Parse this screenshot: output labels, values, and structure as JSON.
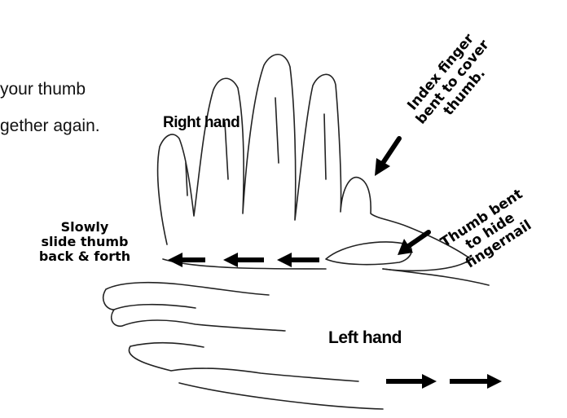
{
  "intro_text": {
    "line1": "your thumb",
    "line2": "gether again."
  },
  "labels": {
    "right_hand": "Right hand",
    "left_hand": "Left hand"
  },
  "notes": {
    "index_finger": [
      "Index finger",
      "bent to cover",
      "thumb."
    ],
    "thumb_bent": [
      "Thumb bent",
      "to hide",
      "fingernail"
    ],
    "slide": [
      "Slowly",
      "slide thumb",
      "back & forth"
    ]
  },
  "colors": {
    "ink": "#000000",
    "background": "#ffffff"
  }
}
